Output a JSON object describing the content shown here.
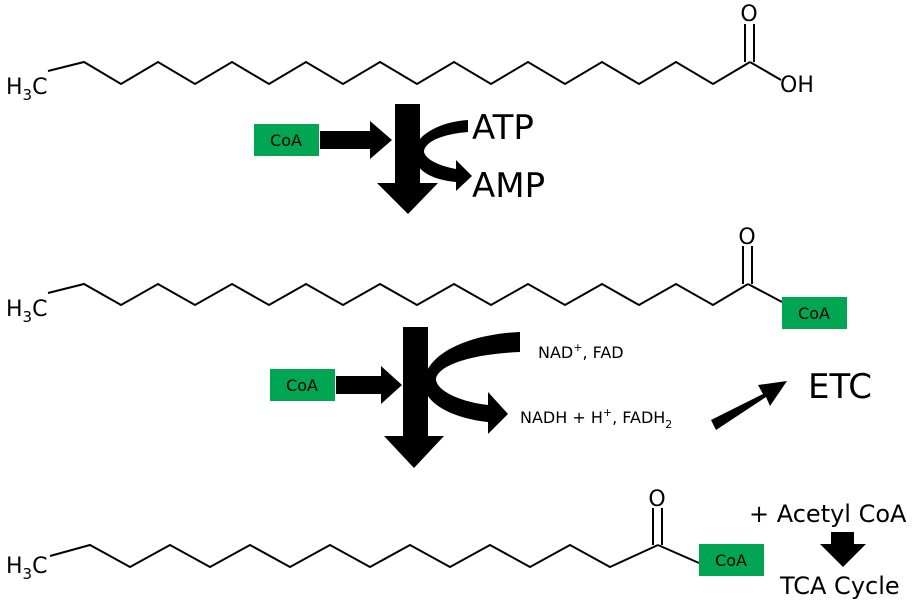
{
  "molecules": {
    "fatty_acid": {
      "methyl": "H",
      "methyl_sub": "3",
      "methyl_tail": "C",
      "carbonyl_o": "O",
      "hydroxyl": "OH"
    },
    "acyl_coa_1": {
      "methyl": "H",
      "methyl_sub": "3",
      "methyl_tail": "C",
      "carbonyl_o": "O",
      "coa": "CoA"
    },
    "acyl_coa_2": {
      "methyl": "H",
      "methyl_sub": "3",
      "methyl_tail": "C",
      "carbonyl_o": "O",
      "coa": "CoA"
    }
  },
  "step1": {
    "coa_in": "CoA",
    "cofactor_in": "ATP",
    "cofactor_out": "AMP"
  },
  "step2": {
    "coa_in": "CoA",
    "cofactor_in": "NAD",
    "cofactor_in_sup": "+",
    "cofactor_in_tail": ", FAD",
    "products_a": "NADH + H",
    "products_a_sup": "+",
    "products_b": ", FADH",
    "products_b_sub": "2",
    "etc": "ETC"
  },
  "outputs": {
    "acetyl": "+ Acetyl CoA",
    "tca": "TCA Cycle"
  },
  "colors": {
    "coa_box": "#00a651",
    "ink": "#000000"
  }
}
